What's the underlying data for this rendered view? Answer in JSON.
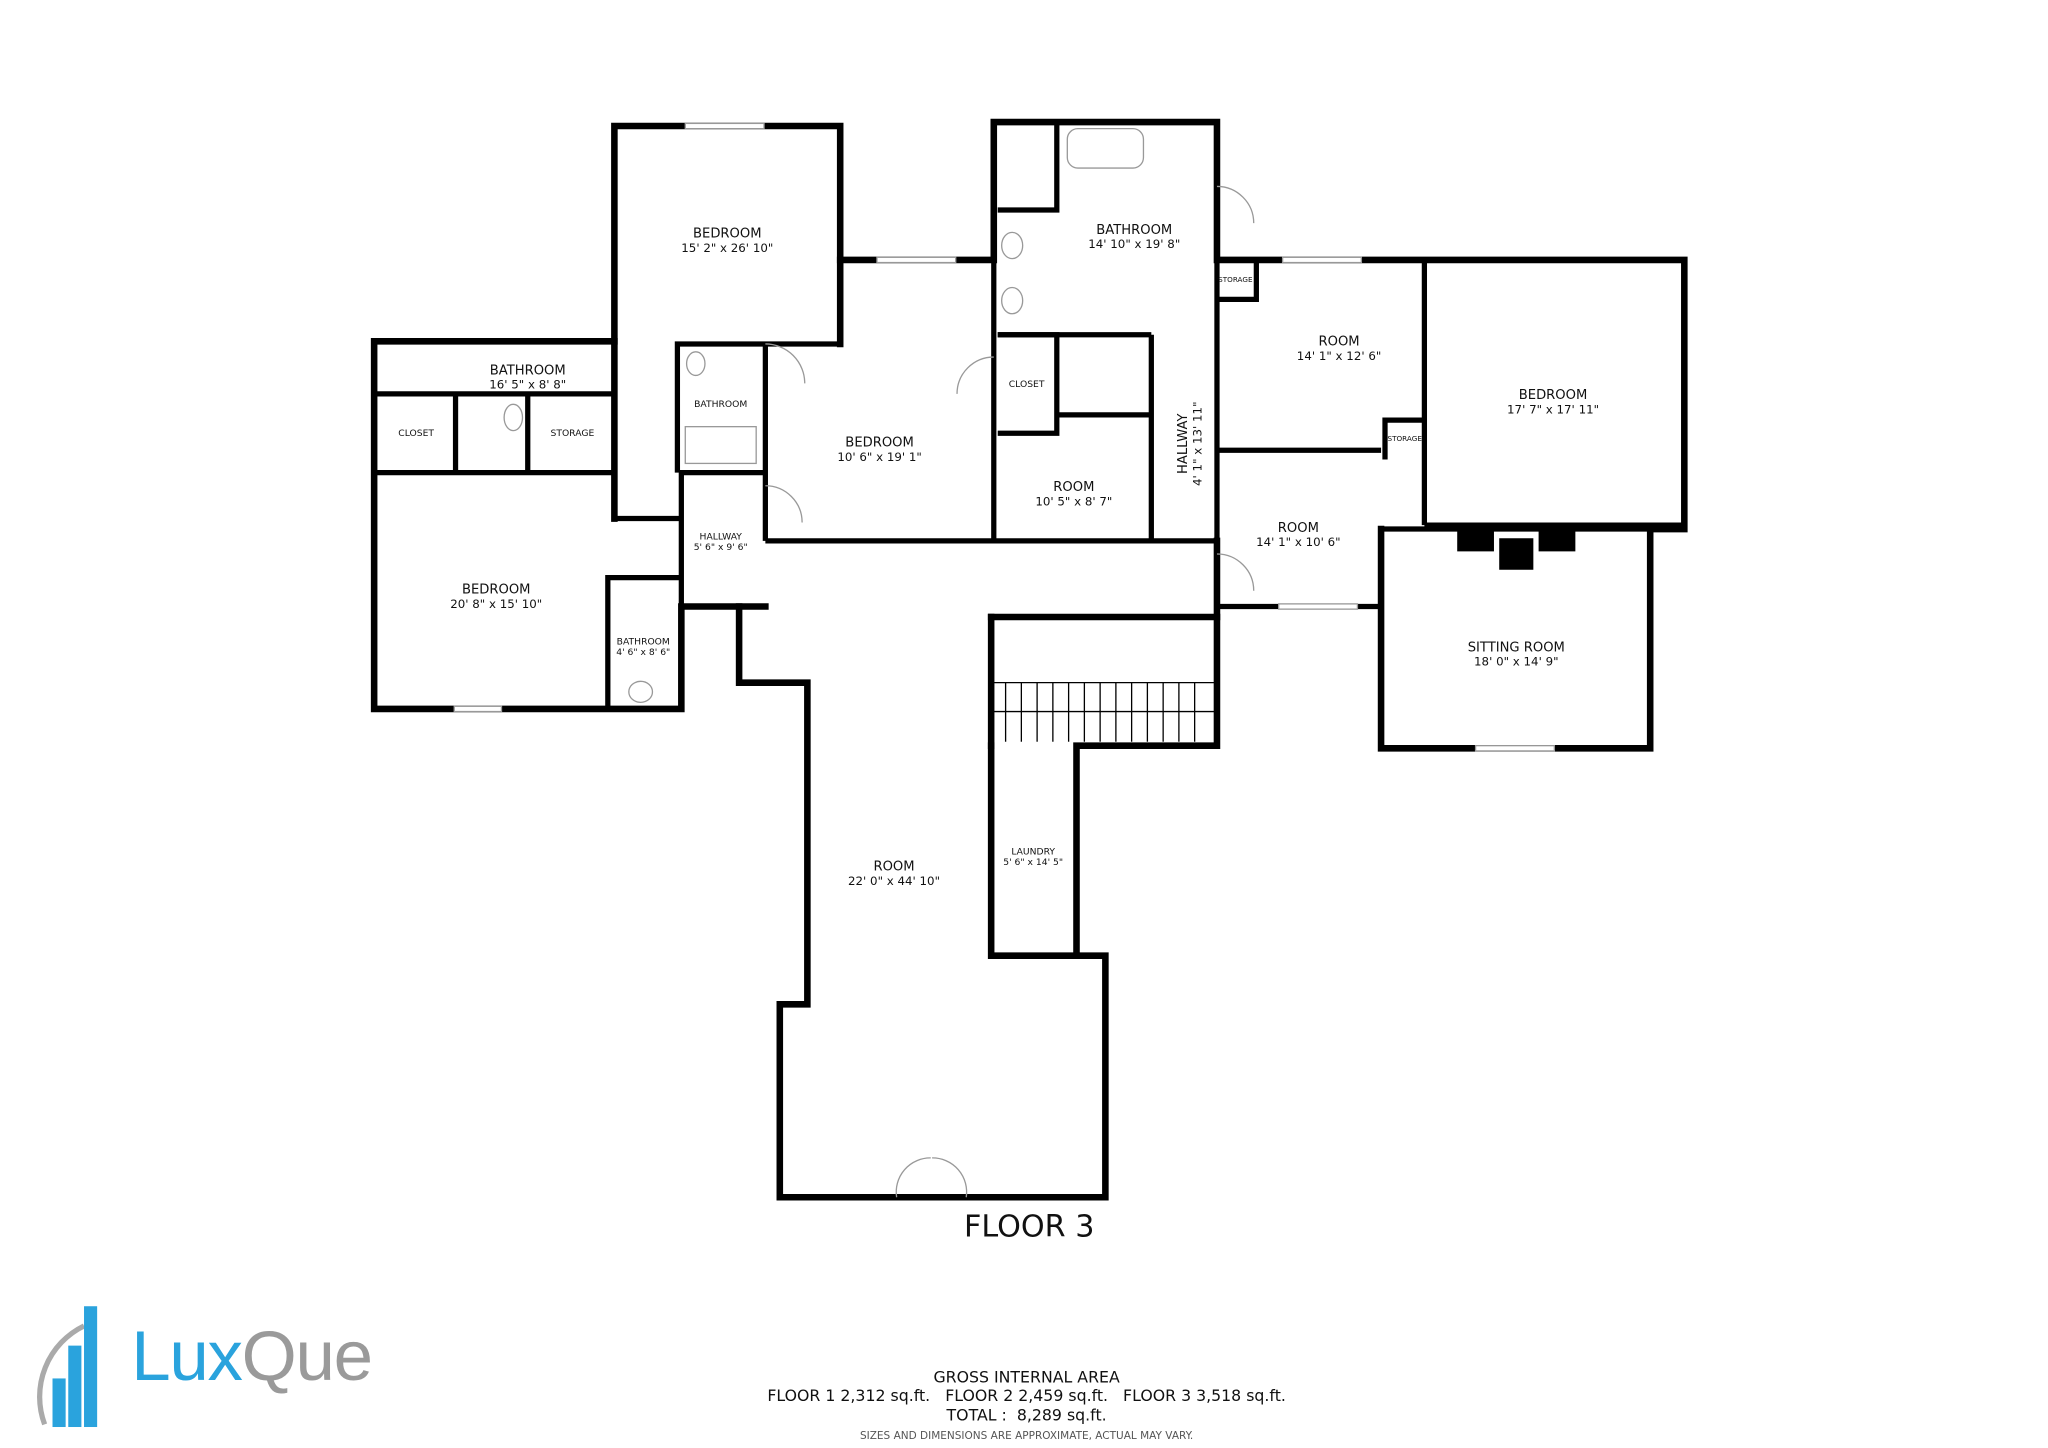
{
  "floor_title": "FLOOR 3",
  "rooms": [
    {
      "name": "BEDROOM",
      "dims": "15' 2\" x 26' 10\""
    },
    {
      "name": "BATHROOM",
      "dims": "16' 5\" x 8' 8\""
    },
    {
      "name": "CLOSET",
      "dims": ""
    },
    {
      "name": "STORAGE",
      "dims": ""
    },
    {
      "name": "BATHROOM",
      "dims": ""
    },
    {
      "name": "BEDROOM",
      "dims": "10' 6\" x 19' 1\""
    },
    {
      "name": "HALLWAY",
      "dims": "5' 6\" x 9' 6\""
    },
    {
      "name": "BEDROOM",
      "dims": "20' 8\" x 15' 10\""
    },
    {
      "name": "BATHROOM",
      "dims": "4' 6\" x 8' 6\""
    },
    {
      "name": "BATHROOM",
      "dims": "14' 10\" x 19' 8\""
    },
    {
      "name": "STORAGE",
      "dims": ""
    },
    {
      "name": "CLOSET",
      "dims": ""
    },
    {
      "name": "ROOM",
      "dims": "10' 5\" x 8' 7\""
    },
    {
      "name": "HALLWAY",
      "dims": "4' 1\" x 13' 11\""
    },
    {
      "name": "ROOM",
      "dims": "14' 1\" x 12' 6\""
    },
    {
      "name": "STORAGE",
      "dims": ""
    },
    {
      "name": "BEDROOM",
      "dims": "17' 7\" x 17' 11\""
    },
    {
      "name": "ROOM",
      "dims": "14' 1\" x 10' 6\""
    },
    {
      "name": "SITTING ROOM",
      "dims": "18' 0\" x 14' 9\""
    },
    {
      "name": "ROOM",
      "dims": "22' 0\" x 44' 10\""
    },
    {
      "name": "LAUNDRY",
      "dims": "5' 6\" x 14' 5\""
    }
  ],
  "area": {
    "title": "GROSS INTERNAL AREA",
    "floors": "FLOOR 1 2,312 sq.ft.   FLOOR 2 2,459 sq.ft.   FLOOR 3 3,518 sq.ft.",
    "total": "TOTAL :  8,289 sq.ft.",
    "note": "SIZES AND DIMENSIONS ARE APPROXIMATE, ACTUAL MAY VARY."
  },
  "logo": {
    "part1": "Lux",
    "part2": "Que"
  },
  "colors": {
    "wall": "#000000",
    "brand_blue": "#2aa3dd",
    "brand_gray": "#9a9a9a"
  }
}
